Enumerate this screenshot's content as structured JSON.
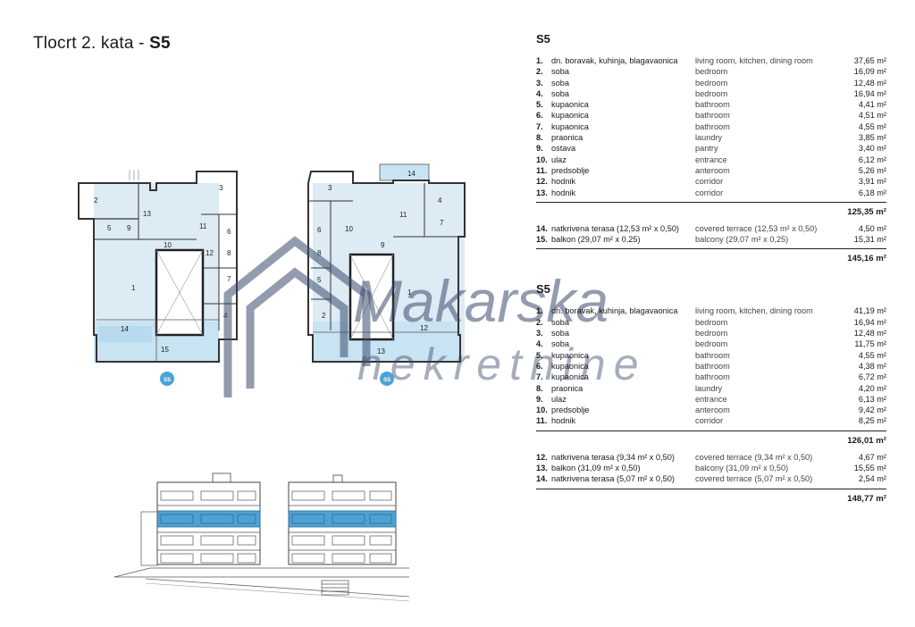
{
  "page": {
    "title_prefix": "Tlocrt 2. kata - ",
    "title_unit": "S5"
  },
  "plan_labels": {
    "left": [
      "1",
      "2",
      "3",
      "4",
      "5",
      "6",
      "7",
      "8",
      "9",
      "10",
      "11",
      "12",
      "13",
      "14",
      "15"
    ],
    "right": [
      "1",
      "2",
      "3",
      "4",
      "5",
      "6",
      "7",
      "8",
      "9",
      "10",
      "11",
      "12",
      "13",
      "14"
    ],
    "badge_left": "S5",
    "badge_right": "S5"
  },
  "watermark": {
    "line1": "Makarska",
    "line2": "nekretnine"
  },
  "tables": [
    {
      "heading": "S5",
      "rooms": [
        {
          "num": "1.",
          "hr": "dn. boravak, kuhinja, blagavaonica",
          "en": "living room, kitchen, dining room",
          "area": "37,65 m²"
        },
        {
          "num": "2.",
          "hr": "soba",
          "en": "bedroom",
          "area": "16,09 m²"
        },
        {
          "num": "3.",
          "hr": "soba",
          "en": "bedroom",
          "area": "12,48 m²"
        },
        {
          "num": "4.",
          "hr": "soba",
          "en": "bedroom",
          "area": "16,94 m²"
        },
        {
          "num": "5.",
          "hr": "kupaonica",
          "en": "bathroom",
          "area": "4,41 m²"
        },
        {
          "num": "6.",
          "hr": "kupaonica",
          "en": "bathroom",
          "area": "4,51 m²"
        },
        {
          "num": "7.",
          "hr": "kupaonica",
          "en": "bathroom",
          "area": "4,55 m²"
        },
        {
          "num": "8.",
          "hr": "praonica",
          "en": "laundry",
          "area": "3,85 m²"
        },
        {
          "num": "9.",
          "hr": "ostava",
          "en": "pantry",
          "area": "3,40 m²"
        },
        {
          "num": "10.",
          "hr": "ulaz",
          "en": "entrance",
          "area": "6,12 m²"
        },
        {
          "num": "11.",
          "hr": "predsoblje",
          "en": "anteroom",
          "area": "5,26 m²"
        },
        {
          "num": "12.",
          "hr": "hodnik",
          "en": "corridor",
          "area": "3,91 m²"
        },
        {
          "num": "13.",
          "hr": "hodnik",
          "en": "corridor",
          "area": "6,18 m²"
        }
      ],
      "subtotal": "125,35 m²",
      "extras": [
        {
          "num": "14.",
          "hr": "natkrivena terasa (12,53 m² x 0,50)",
          "en": "covered terrace (12,53 m² x 0,50)",
          "area": "4,50 m²"
        },
        {
          "num": "15.",
          "hr": "balkon (29,07 m² x 0,25)",
          "en": "balcony (29,07 m² x 0,25)",
          "area": "15,31 m²"
        }
      ],
      "total": "145,16 m²"
    },
    {
      "heading": "S5",
      "rooms": [
        {
          "num": "1.",
          "hr": "dn. boravak, kuhinja, blagavaonica",
          "en": "living room, kitchen, dining room",
          "area": "41,19 m²"
        },
        {
          "num": "2.",
          "hr": "soba",
          "en": "bedroom",
          "area": "16,94 m²"
        },
        {
          "num": "3.",
          "hr": "soba",
          "en": "bedroom",
          "area": "12,48 m²"
        },
        {
          "num": "4.",
          "hr": "soba",
          "en": "bedroom",
          "area": "11,75 m²"
        },
        {
          "num": "5.",
          "hr": "kupaonica",
          "en": "bathroom",
          "area": "4,55 m²"
        },
        {
          "num": "6.",
          "hr": "kupaonica",
          "en": "bathroom",
          "area": "4,38 m²"
        },
        {
          "num": "7.",
          "hr": "kupaonica",
          "en": "bathroom",
          "area": "6,72 m²"
        },
        {
          "num": "8.",
          "hr": "praonica",
          "en": "laundry",
          "area": "4,20 m²"
        },
        {
          "num": "9.",
          "hr": "ulaz",
          "en": "entrance",
          "area": "6,13 m²"
        },
        {
          "num": "10.",
          "hr": "predsoblje",
          "en": "anteroom",
          "area": "9,42 m²"
        },
        {
          "num": "11.",
          "hr": "hodnik",
          "en": "corridor",
          "area": "8,25 m²"
        }
      ],
      "subtotal": "126,01 m²",
      "extras": [
        {
          "num": "12.",
          "hr": "natkrivena terasa (9,34 m² x 0,50)",
          "en": "covered terrace (9,34 m² x 0,50)",
          "area": "4,67 m²"
        },
        {
          "num": "13.",
          "hr": "balkon (31,09 m² x 0,50)",
          "en": "balcony (31,09 m² x 0,50)",
          "area": "15,55 m²"
        },
        {
          "num": "14.",
          "hr": "natkrivena terasa (5,07 m² x 0,50)",
          "en": "covered terrace (5,07 m² x 0,50)",
          "area": "2,54 m²"
        }
      ],
      "total": "148,77 m²"
    }
  ],
  "colors": {
    "accent": "#4aa3d8",
    "floor_fill": "#c8e3f2",
    "watermark": "#3a4a6b"
  }
}
